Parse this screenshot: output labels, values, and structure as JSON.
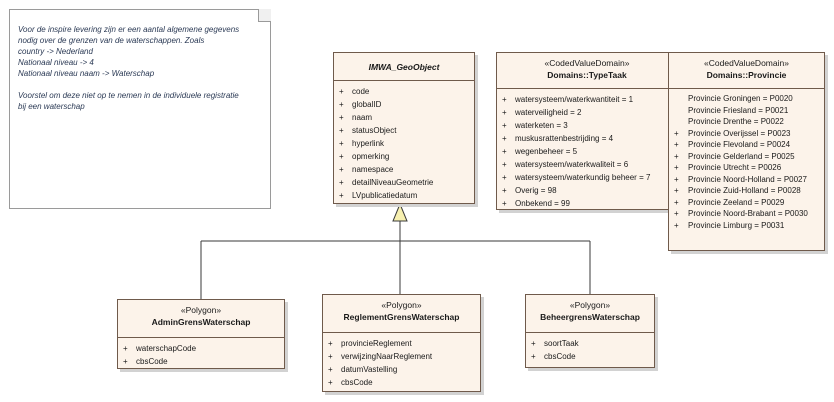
{
  "note": {
    "para1": "Voor de inspire levering zijn er een aantal algemene gegevens\nnodig over de grenzen van de waterschappen. Zoals\ncountry -> Nederland\nNationaal niveau -> 4\nNationaal niveau naam -> Waterschap",
    "para2": "Voorstel om deze niet op te nemen in de individuele registratie\nbij een waterschap"
  },
  "classes": {
    "geo": {
      "name": "IMWA_GeoObject",
      "attributes": [
        {
          "vis": "+",
          "name": "code"
        },
        {
          "vis": "+",
          "name": "globalID"
        },
        {
          "vis": "+",
          "name": "naam"
        },
        {
          "vis": "+",
          "name": "statusObject"
        },
        {
          "vis": "+",
          "name": "hyperlink"
        },
        {
          "vis": "+",
          "name": "opmerking"
        },
        {
          "vis": "+",
          "name": "namespace"
        },
        {
          "vis": "+",
          "name": "detailNiveauGeometrie"
        },
        {
          "vis": "+",
          "name": "LVpublicatiedatum"
        }
      ]
    },
    "typetaak": {
      "stereotype": "«CodedValueDomain»",
      "name": "Domains::TypeTaak",
      "attributes": [
        {
          "vis": "+",
          "name": "watersysteem/waterkwantiteit = 1"
        },
        {
          "vis": "+",
          "name": "waterveiligheid = 2"
        },
        {
          "vis": "+",
          "name": "waterketen = 3"
        },
        {
          "vis": "+",
          "name": "muskusrattenbestrijding = 4"
        },
        {
          "vis": "+",
          "name": "wegenbeheer = 5"
        },
        {
          "vis": "+",
          "name": "watersysteem/waterkwaliteit = 6"
        },
        {
          "vis": "+",
          "name": "watersysteem/waterkundig beheer = 7"
        },
        {
          "vis": "+",
          "name": "Overig = 98"
        },
        {
          "vis": "+",
          "name": "Onbekend = 99"
        }
      ]
    },
    "provincie": {
      "stereotype": "«CodedValueDomain»",
      "name": "Domains::Provincie",
      "attributes": [
        {
          "vis": "",
          "name": "Provincie Groningen = P0020"
        },
        {
          "vis": "",
          "name": "Provincie Friesland = P0021"
        },
        {
          "vis": "",
          "name": "Provincie Drenthe = P0022"
        },
        {
          "vis": "+",
          "name": "Provincie Overijssel = P0023"
        },
        {
          "vis": "+",
          "name": "Provincie Flevoland = P0024"
        },
        {
          "vis": "+",
          "name": "Provincie Gelderland = P0025"
        },
        {
          "vis": "+",
          "name": "Provincie Utrecht = P0026"
        },
        {
          "vis": "+",
          "name": "Provincie Noord-Holland = P0027"
        },
        {
          "vis": "+",
          "name": "Provincie Zuid-Holland = P0028"
        },
        {
          "vis": "+",
          "name": "Provincie Zeeland = P0029"
        },
        {
          "vis": "+",
          "name": "Provincie Noord-Brabant = P0030"
        },
        {
          "vis": "+",
          "name": "Provincie Limburg = P0031"
        }
      ]
    },
    "admin": {
      "stereotype": "«Polygon»",
      "name": "AdminGrensWaterschap",
      "attributes": [
        {
          "vis": "+",
          "name": "waterschapCode"
        },
        {
          "vis": "+",
          "name": "cbsCode"
        }
      ]
    },
    "reglement": {
      "stereotype": "«Polygon»",
      "name": "ReglementGrensWaterschap",
      "attributes": [
        {
          "vis": "+",
          "name": "provincieReglement"
        },
        {
          "vis": "+",
          "name": "verwijzingNaarReglement"
        },
        {
          "vis": "+",
          "name": "datumVastelling"
        },
        {
          "vis": "+",
          "name": "cbsCode"
        }
      ]
    },
    "beheer": {
      "stereotype": "«Polygon»",
      "name": "BeheergrensWaterschap",
      "attributes": [
        {
          "vis": "+",
          "name": "soortTaak"
        },
        {
          "vis": "+",
          "name": "cbsCode"
        }
      ]
    }
  },
  "colors": {
    "class_fill": "#fcf3ea",
    "class_border": "#6f5a4b",
    "note_text": "#2b3a55"
  }
}
